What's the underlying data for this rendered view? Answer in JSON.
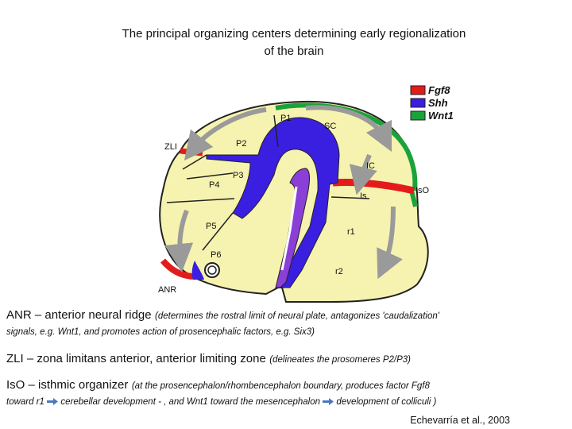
{
  "title": {
    "line1": "The principal organizing centers determining early regionalization",
    "line2": "of the brain"
  },
  "diagram": {
    "legend": [
      {
        "label": "Fgf8",
        "color": "#e41b1b"
      },
      {
        "label": "Shh",
        "color": "#3a1fe0"
      },
      {
        "label": "Wnt1",
        "color": "#1aa33a"
      }
    ],
    "region_labels": {
      "p1": "P1",
      "sc": "SC",
      "zli": "ZLI",
      "p2": "P2",
      "p3": "P3",
      "p4": "P4",
      "ic": "IC",
      "is": "Is",
      "iso": "IsO",
      "p5": "P5",
      "r1": "r1",
      "p6": "P6",
      "r2": "r2",
      "anr": "ANR"
    },
    "colors": {
      "tissue": "#f6f3b0",
      "outline": "#222222",
      "arrow": "#9a9a9a",
      "notochord": "#8a3fd6"
    }
  },
  "paragraphs": {
    "anr": {
      "heading": "ANR – anterior neural ridge",
      "desc": "(determines the rostral limit of neural plate, antagonizes 'caudalization'",
      "desc2": "signals, e.g. Wnt1, and promotes action of prosencephalic factors, e.g. Six3)"
    },
    "zli": {
      "heading": "ZLI – zona limitans anterior, anterior limiting zone",
      "desc": "(delineates the prosomeres P2/P3)"
    },
    "iso": {
      "heading": "IsO – isthmic organizer",
      "desc": "(at the prosencephalon/rhombencephalon boundary, produces factor Fgf8",
      "line2_a": "toward r1",
      "line2_b": "cerebellar development - , and Wnt1 toward the mesencephalon",
      "line2_c": "development of colliculi )"
    }
  },
  "citation": "Echevarría et al., 2003"
}
